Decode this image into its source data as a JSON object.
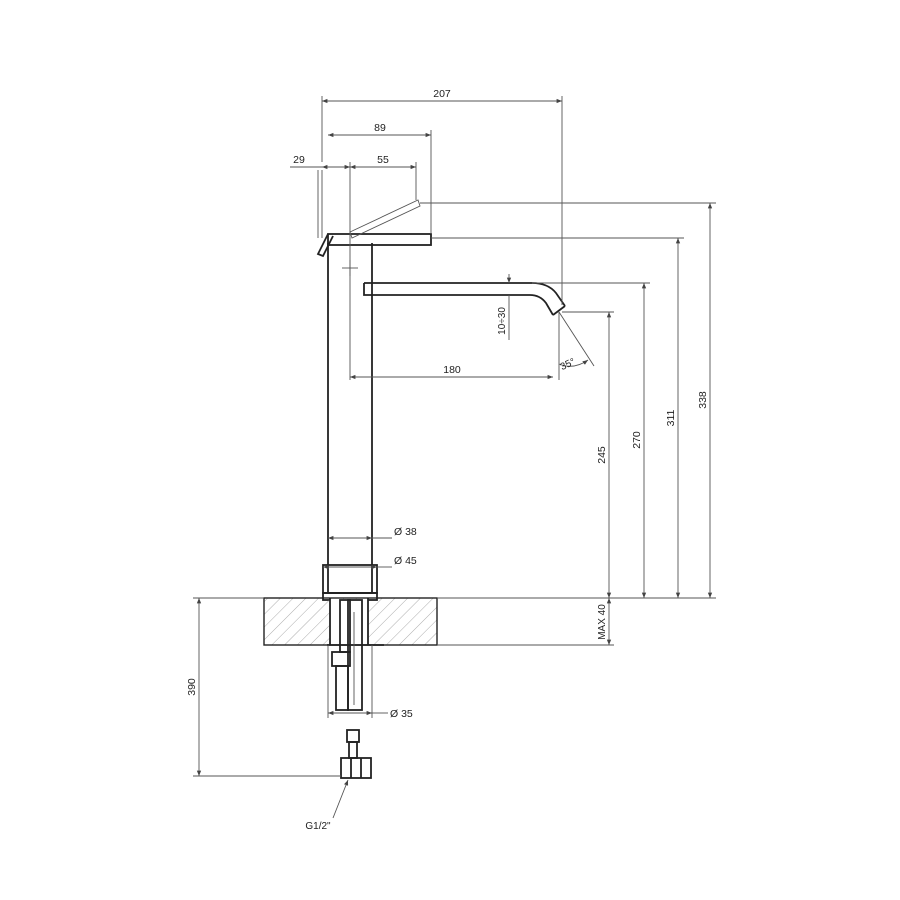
{
  "dimensions": {
    "overall_reach": "207",
    "handle_width": "89",
    "handle_offset": "29",
    "handle_span": "55",
    "spout_reach": "180",
    "aerator_adjust": "10÷30",
    "spout_angle": "35°",
    "outlet_height": "245",
    "spout_height": "270",
    "handle_height": "311",
    "max_height": "338",
    "body_diameter": "Ø 38",
    "base_diameter": "Ø 45",
    "max_deck": "MAX 40",
    "hose_length": "390",
    "shank_diameter": "Ø 35",
    "connection": "G1/2\""
  },
  "colors": {
    "line": "#222222",
    "dim_line": "#555555",
    "hatch": "#8a8a8a"
  }
}
